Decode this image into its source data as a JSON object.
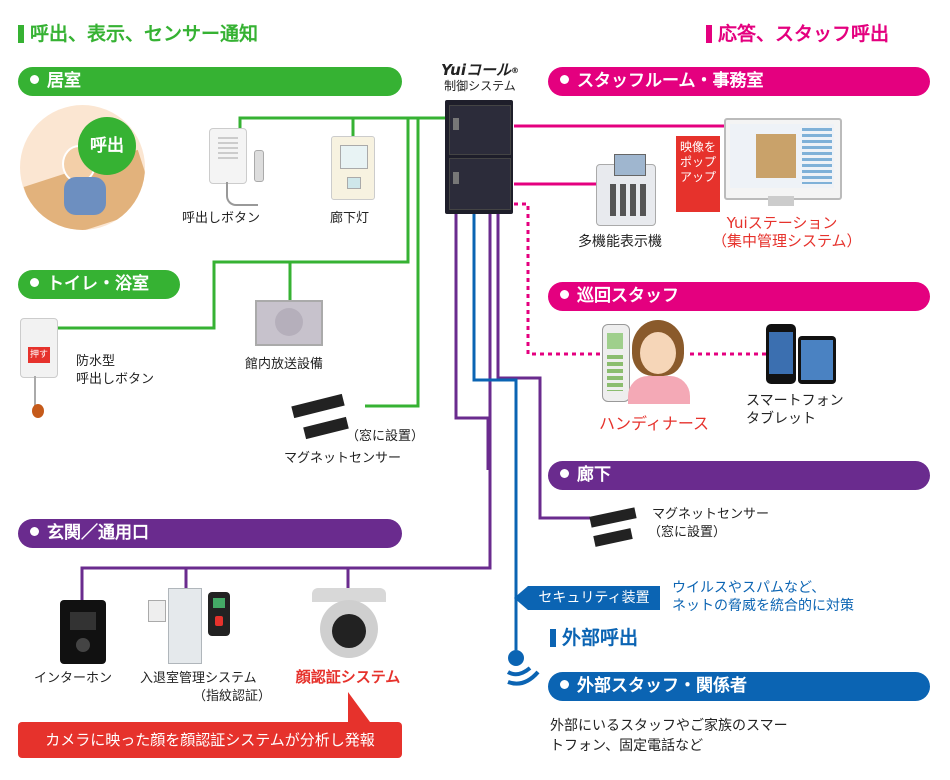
{
  "header": {
    "left_title": "呼出、表示、センサー通知",
    "right_title": "応答、スタッフ呼出"
  },
  "control": {
    "brand": "Yuiコール",
    "reg": "®",
    "subtitle": "制御システム"
  },
  "sections": {
    "room": "居室",
    "toilet": "トイレ・浴室",
    "entrance": "玄関／通用口",
    "staff_room": "スタッフルーム・事務室",
    "patrol": "巡回スタッフ",
    "corridor": "廊下",
    "external": "外部スタッフ・関係者"
  },
  "devices": {
    "call_bubble": "呼出",
    "call_button": "呼出しボタン",
    "corridor_light": "廊下灯",
    "waterproof_line1": "防水型",
    "waterproof_line2": "呼出しボタン",
    "waterproof_btn": "押す",
    "pa_system": "館内放送設備",
    "magnet_window_note": "（窓に設置）",
    "magnet_sensor": "マグネットセンサー",
    "intercom": "インターホン",
    "access_line1": "入退室管理システム",
    "access_line2": "（指紋認証）",
    "face_auth": "顔認証システム",
    "face_note": "カメラに映った顔を顔認証システムが分析し発報",
    "multi_display": "多機能表示機",
    "popup_line1": "映像を",
    "popup_line2": "ポップアップ",
    "yui_station_line1": "Yuiステーション",
    "yui_station_line2": "（集中管理システム）",
    "handy_nurse": "ハンディナース",
    "smartphone_line1": "スマートフォン",
    "smartphone_line2": "タブレット",
    "corridor_magnet": "マグネットセンサー",
    "corridor_magnet_note": "（窓に設置）",
    "security_device": "セキュリティ装置",
    "security_line1": "ウイルスやスパムなど、",
    "security_line2": "ネットの脅威を統合的に対策",
    "external_call": "外部呼出",
    "external_desc_line1": "外部にいるスタッフやご家族のスマー",
    "external_desc_line2": "トフォン、固定電話など"
  },
  "colors": {
    "green": "#36b233",
    "magenta": "#e4007f",
    "purple": "#6a2b8e",
    "blue": "#0b64b3",
    "red": "#e6322c"
  }
}
